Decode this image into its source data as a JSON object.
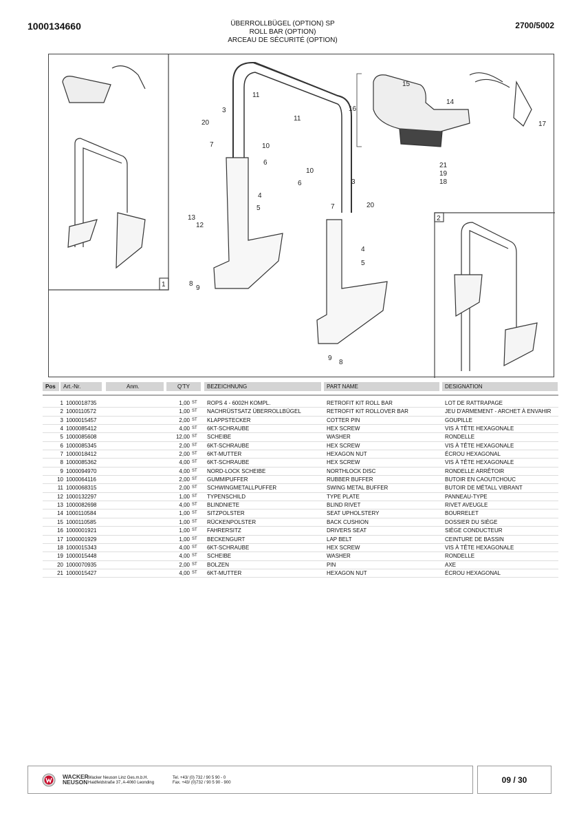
{
  "header": {
    "doc_number": "1000134660",
    "page_code": "2700/5002",
    "title_de": "ÜBERROLLBÜGEL (OPTION) SP",
    "title_en": "ROLL BAR (OPTION)",
    "title_fr": "ARCEAU DE SÉCURITÉ (OPTION)"
  },
  "diagram": {
    "inset_labels": [
      "1",
      "2"
    ],
    "callouts": [
      "11",
      "3",
      "20",
      "7",
      "10",
      "6",
      "11",
      "15",
      "14",
      "16",
      "17",
      "21",
      "19",
      "18",
      "10",
      "6",
      "3",
      "20",
      "7",
      "4",
      "5",
      "13",
      "12",
      "8",
      "9",
      "4",
      "5",
      "9",
      "8"
    ]
  },
  "table": {
    "headers": {
      "pos": "Pos",
      "art": "Art.-Nr.",
      "anm": "Anm.",
      "qty": "Q'TY",
      "bez": "BEZEICHNUNG",
      "part": "PART NAME",
      "des": "DESIGNATION"
    },
    "unit": "ST",
    "rows": [
      {
        "pos": "1",
        "art": "1000018735",
        "qty": "1,00",
        "bez": "ROPS 4 - 6002H KOMPL.",
        "part": "RETROFIT KIT ROLL BAR",
        "des": "LOT DE RATTRAPAGE"
      },
      {
        "pos": "2",
        "art": "1000110572",
        "qty": "1,00",
        "bez": "NACHRÜSTSATZ ÜBERROLLBÜGEL",
        "part": "RETROFIT KIT ROLLOVER BAR",
        "des": "JEU D'ARMEMENT - ARCHET À ENVAHIR"
      },
      {
        "pos": "3",
        "art": "1000015457",
        "qty": "2,00",
        "bez": "KLAPPSTECKER",
        "part": "COTTER PIN",
        "des": "GOUPILLE"
      },
      {
        "pos": "4",
        "art": "1000085412",
        "qty": "4,00",
        "bez": "6KT-SCHRAUBE",
        "part": "HEX SCREW",
        "des": "VIS À TÊTE HEXAGONALE"
      },
      {
        "pos": "5",
        "art": "1000085608",
        "qty": "12,00",
        "bez": "SCHEIBE",
        "part": "WASHER",
        "des": "RONDELLE"
      },
      {
        "pos": "6",
        "art": "1000085345",
        "qty": "2,00",
        "bez": "6KT-SCHRAUBE",
        "part": "HEX SCREW",
        "des": "VIS À TÊTE HEXAGONALE"
      },
      {
        "pos": "7",
        "art": "1000018412",
        "qty": "2,00",
        "bez": "6KT-MUTTER",
        "part": "HEXAGON NUT",
        "des": "ÉCROU HEXAGONAL"
      },
      {
        "pos": "8",
        "art": "1000085362",
        "qty": "4,00",
        "bez": "6KT-SCHRAUBE",
        "part": "HEX SCREW",
        "des": "VIS À TÊTE HEXAGONALE"
      },
      {
        "pos": "9",
        "art": "1000094970",
        "qty": "4,00",
        "bez": "NORD-LOCK SCHEIBE",
        "part": "NORTHLOCK DISC",
        "des": "RONDELLE ARRÊTOIR"
      },
      {
        "pos": "10",
        "art": "1000064116",
        "qty": "2,00",
        "bez": "GUMMIPUFFER",
        "part": "RUBBER BUFFER",
        "des": "BUTOIR EN CAOUTCHOUC"
      },
      {
        "pos": "11",
        "art": "1000068315",
        "qty": "2,00",
        "bez": "SCHWINGMETALLPUFFER",
        "part": "SWING METAL BUFFER",
        "des": "BUTOIR DE MÉTALL VIBRANT"
      },
      {
        "pos": "12",
        "art": "1000132297",
        "qty": "1,00",
        "bez": "TYPENSCHILD",
        "part": "TYPE PLATE",
        "des": "PANNEAU-TYPE"
      },
      {
        "pos": "13",
        "art": "1000082698",
        "qty": "4,00",
        "bez": "BLINDNIETE",
        "part": "BLIND RIVET",
        "des": "RIVET AVEUGLE"
      },
      {
        "pos": "14",
        "art": "1000110584",
        "qty": "1,00",
        "bez": "SITZPOLSTER",
        "part": "SEAT UPHOLSTERY",
        "des": "BOURRELET"
      },
      {
        "pos": "15",
        "art": "1000110585",
        "qty": "1,00",
        "bez": "RÜCKENPOLSTER",
        "part": "BACK CUSHION",
        "des": "DOSSIER DU SIÈGE"
      },
      {
        "pos": "16",
        "art": "1000001921",
        "qty": "1,00",
        "bez": "FAHRERSITZ",
        "part": "DRIVERS SEAT",
        "des": "SIÈGE CONDUCTEUR"
      },
      {
        "pos": "17",
        "art": "1000001929",
        "qty": "1,00",
        "bez": "BECKENGURT",
        "part": "LAP BELT",
        "des": "CEINTURE DE BASSIN"
      },
      {
        "pos": "18",
        "art": "1000015343",
        "qty": "4,00",
        "bez": "6KT-SCHRAUBE",
        "part": "HEX SCREW",
        "des": "VIS À TÊTE HEXAGONALE"
      },
      {
        "pos": "19",
        "art": "1000015448",
        "qty": "4,00",
        "bez": "SCHEIBE",
        "part": "WASHER",
        "des": "RONDELLE"
      },
      {
        "pos": "20",
        "art": "1000070935",
        "qty": "2,00",
        "bez": "BOLZEN",
        "part": "PIN",
        "des": "AXE"
      },
      {
        "pos": "21",
        "art": "1000015427",
        "qty": "4,00",
        "bez": "6KT-MUTTER",
        "part": "HEXAGON NUT",
        "des": "ÉCROU HEXAGONAL"
      }
    ]
  },
  "footer": {
    "logo_text": "WACKER NEUSON",
    "company": "Wacker Neuson Linz Ges.m.b.H.",
    "address": "Haidfeldstraße 37, A-4060 Leonding",
    "tel": "Tel. +43/ (0) 732 / 90 5 90 - 0",
    "fax": "Fax. +43/ (0)732 / 90 5 90 - 900",
    "page": "09 / 30"
  }
}
